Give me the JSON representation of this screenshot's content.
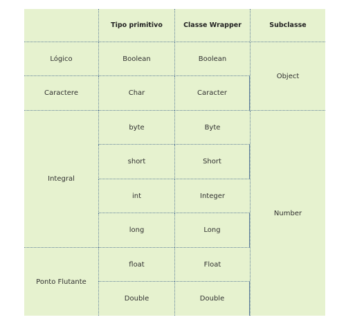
{
  "headers": [
    "",
    "Tipo primitivo",
    "Classe Wrapper",
    "Subclasse"
  ],
  "categories": [
    "Lógico",
    "Caractere",
    "Integral",
    "Ponto Flutante"
  ],
  "primitives": [
    "Boolean",
    "Char",
    "byte",
    "short",
    "int",
    "long",
    "float",
    "Double"
  ],
  "wrappers": [
    "Boolean",
    "Caracter",
    "Byte",
    "Short",
    "Integer",
    "Long",
    "Float",
    "Double"
  ],
  "subclasses": [
    "Object",
    "Number"
  ]
}
